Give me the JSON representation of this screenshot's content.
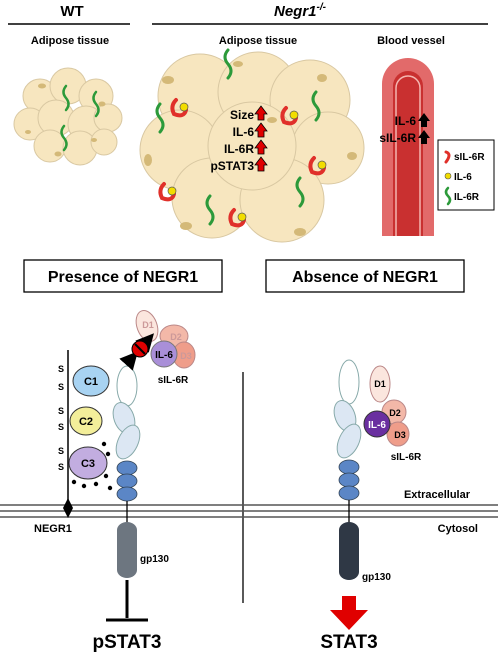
{
  "top": {
    "wt_title": "WT",
    "ko_title": "Negr1",
    "ko_sup": "-/-",
    "wt_tissue_label": "Adipose tissue",
    "ko_tissue_label": "Adipose tissue",
    "vessel_label": "Blood vessel",
    "ko_changes": [
      "Size",
      "IL-6",
      "IL-6R",
      "pSTAT3"
    ],
    "vessel_changes": [
      "IL-6",
      "sIL-6R"
    ],
    "legend": [
      "sIL-6R",
      "IL-6",
      "IL-6R"
    ]
  },
  "left_panel": {
    "title": "Presence of NEGR1",
    "domains": [
      "C1",
      "C2",
      "C3"
    ],
    "disulfide": [
      "S",
      "S",
      "S",
      "S",
      "S",
      "S"
    ],
    "complex_labels": [
      "D1",
      "D2",
      "D3",
      "IL-6",
      "sIL-6R"
    ],
    "negr1_label": "NEGR1",
    "gp130_label": "gp130",
    "outcome": "pSTAT3"
  },
  "right_panel": {
    "title": "Absence of NEGR1",
    "complex_labels": [
      "D1",
      "D2",
      "D3",
      "IL-6",
      "sIL-6R"
    ],
    "gp130_label": "gp130",
    "outcome": "STAT3"
  },
  "membrane": {
    "extracellular_label": "Extracellular",
    "cytosol_label": "Cytosol"
  },
  "colors": {
    "cell_fill": "#f7e6bf",
    "cell_stroke": "#d9c8a2",
    "nucleus": "#d4b978",
    "vessel_outer": "#e26a6a",
    "vessel_inner": "#cc3333",
    "arrow_red": "#e00000",
    "red_receptor": "#e0302a",
    "il6_yellow": "#f2dd00",
    "green_receptor": "#2c9a3a",
    "c1": "#a8d3f2",
    "c2": "#f3ee9a",
    "c3": "#c2ade0",
    "d1": "#fbe6de",
    "d2": "#f3b8a8",
    "d3": "#ef9d8a",
    "il6_purple_light": "#a98fd8",
    "il6_purple_dark": "#6a2fa0",
    "receptor_outline": "#dce7f3",
    "gp130_blue": "#5b86c6",
    "gp130_gray": "#6d7680",
    "gp130_dark": "#2f3845"
  }
}
